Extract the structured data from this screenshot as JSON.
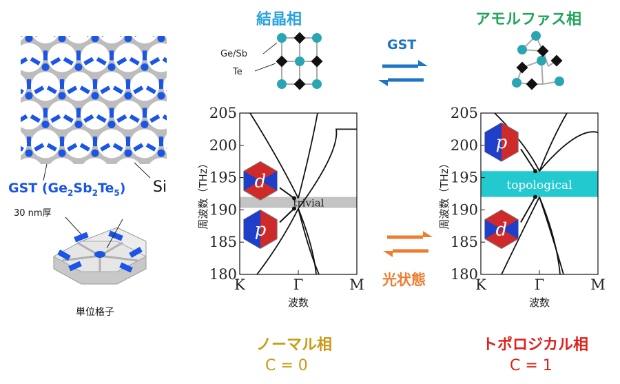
{
  "titles": {
    "crystal": "結晶相",
    "amorphous": "アモルファス相",
    "normal": "ノーマル相",
    "topological": "トポロジカル相",
    "chern_normal": "C = 0",
    "chern_topo": "C = 1"
  },
  "labels": {
    "gst_arrow": "GST",
    "light_state": "光状態",
    "ge_sb": "Ge/Sb",
    "te": "Te",
    "gst_formula_main": "GST (Ge",
    "sub2a": "2",
    "sb": "Sb",
    "sub2b": "2",
    "te_formula": "Te",
    "sub5": "5",
    "close_paren": ")",
    "si": "Si",
    "thickness": "30 nm厚",
    "unit_cell": "単位格子",
    "trivial": "trivial",
    "topological_band": "topological",
    "mode_d": "d",
    "mode_p": "p"
  },
  "colors": {
    "crystal_title": "#29a3dc",
    "amorphous_title": "#22a55b",
    "normal_title": "#c99a13",
    "topological_title": "#e0201b",
    "gst_arrow": "#1c74c4",
    "light_arrow": "#ee7d31",
    "gst_blue": "#1a55e6",
    "atom_teal": "#2aa6b2",
    "band_gray": "#c4c4c4",
    "band_cyan": "#22c9cf"
  },
  "chart_data": [
    {
      "type": "line",
      "ylabel": "周波数（THz）",
      "xlabel": "波数",
      "x_ticks": [
        "K",
        "Γ",
        "M"
      ],
      "ylim": [
        180,
        205
      ],
      "y_ticks": [
        180,
        185,
        190,
        195,
        200,
        205
      ],
      "gap_band": {
        "label": "trivial",
        "range": [
          190.3,
          192
        ]
      },
      "modes": [
        {
          "label": "d",
          "position": "upper"
        },
        {
          "label": "p",
          "position": "lower"
        }
      ]
    },
    {
      "type": "line",
      "ylabel": "周波数（THz）",
      "xlabel": "波数",
      "x_ticks": [
        "K",
        "Γ",
        "M"
      ],
      "ylim": [
        180,
        205
      ],
      "y_ticks": [
        180,
        185,
        190,
        195,
        200,
        205
      ],
      "gap_band": {
        "label": "topological",
        "range": [
          192,
          196
        ]
      },
      "modes": [
        {
          "label": "p",
          "position": "upper"
        },
        {
          "label": "d",
          "position": "lower"
        }
      ]
    }
  ]
}
